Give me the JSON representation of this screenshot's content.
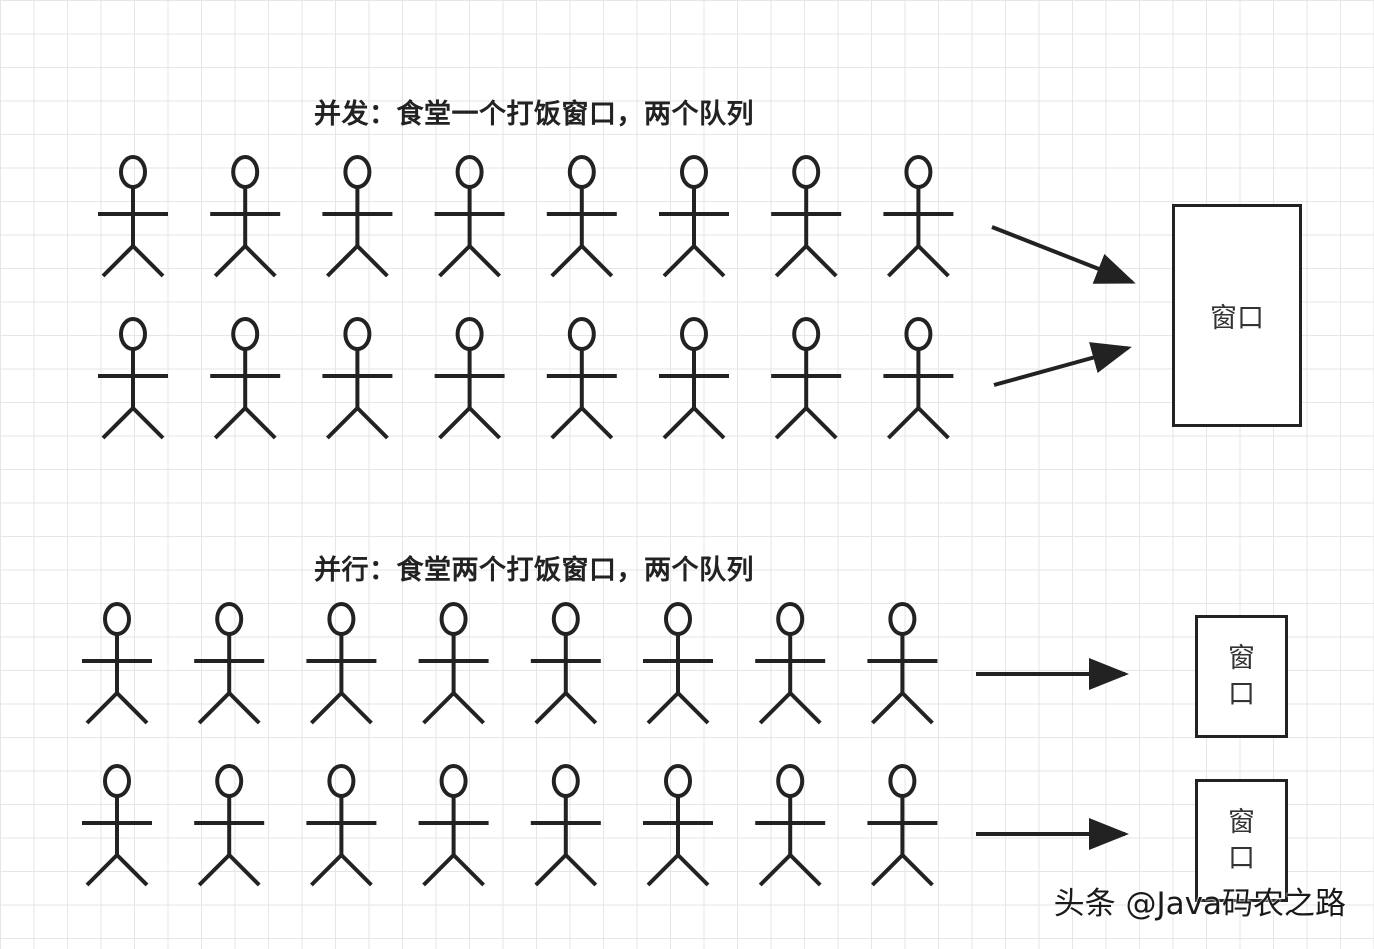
{
  "sections": {
    "concurrent": {
      "title": "并发：食堂一个打饭窗口，两个队列",
      "window_label": "窗口",
      "queues": 2,
      "people_per_queue": 8
    },
    "parallel": {
      "title": "并行：食堂两个打饭窗口，两个队列",
      "window_label_line1": "窗",
      "window_label_line2": "口",
      "queues": 2,
      "people_per_queue": 8
    }
  },
  "watermark": "头条 @Java码农之路",
  "colors": {
    "stroke": "#222222",
    "grid": "#e6e6e6",
    "background": "#ffffff"
  }
}
